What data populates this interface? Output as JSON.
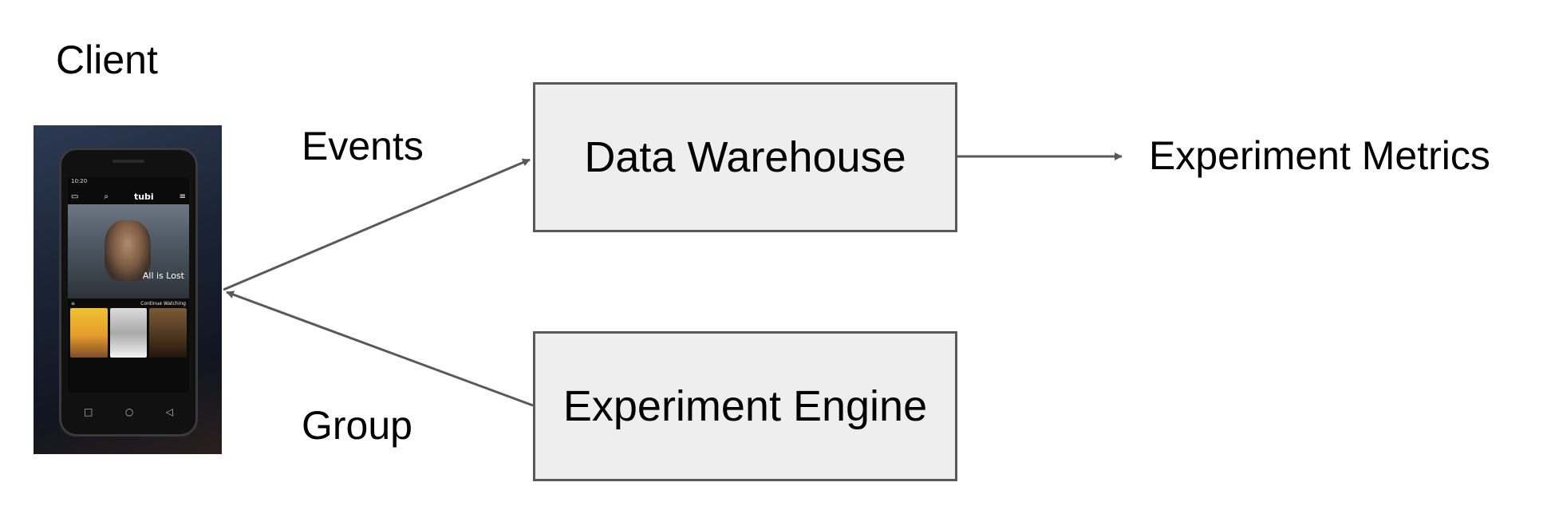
{
  "labels": {
    "client": "Client",
    "events": "Events",
    "group": "Group",
    "metrics": "Experiment Metrics"
  },
  "boxes": {
    "warehouse": "Data Warehouse",
    "engine": "Experiment Engine"
  },
  "phone": {
    "status_time": "10:20",
    "brand": "tubi",
    "hero_title": "All is Lost",
    "section_title": "Continue Watching"
  },
  "colors": {
    "box_fill": "#eeeeee",
    "box_border": "#595959",
    "arrow": "#595959"
  }
}
